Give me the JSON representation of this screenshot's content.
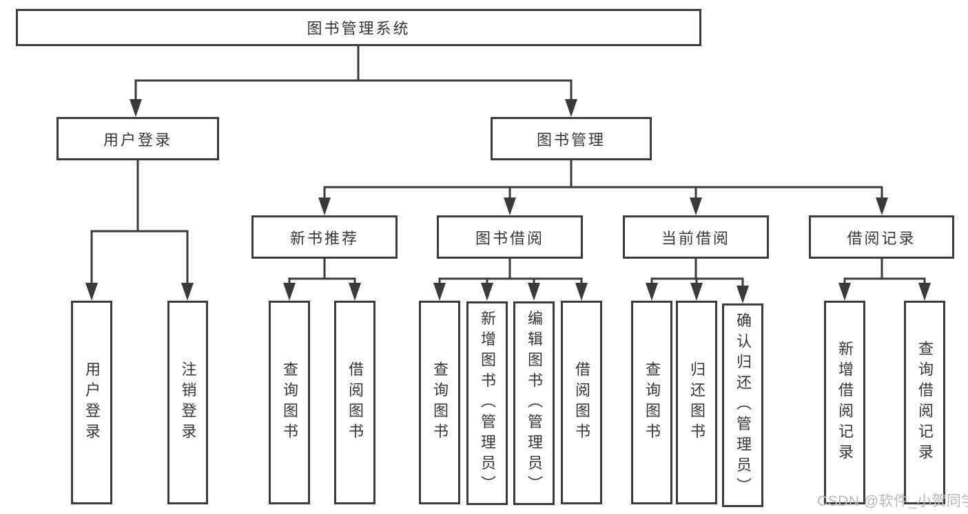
{
  "colors": {
    "line": "#3a3a3a",
    "border": "#3a3a3a",
    "text": "#363636",
    "watermark": "#b6b6bd",
    "background": "#ffffff"
  },
  "diagram": {
    "root": {
      "label": "图书管理系统"
    },
    "level2": [
      {
        "label": "用户登录"
      },
      {
        "label": "图书管理"
      }
    ],
    "level3": [
      {
        "label": "新书推荐"
      },
      {
        "label": "图书借阅"
      },
      {
        "label": "当前借阅"
      },
      {
        "label": "借阅记录"
      }
    ],
    "leaves": {
      "user_login": [
        "用户登录",
        "注销登录"
      ],
      "new_book_recommend": [
        "查询图书",
        "借阅图书"
      ],
      "book_borrow": [
        "查询图书",
        "新增图书（管理员）",
        "编辑图书（管理员）",
        "借阅图书"
      ],
      "current_borrow": [
        "查询图书",
        "归还图书",
        "确认归还（管理员）"
      ],
      "borrow_record": [
        "新增借阅记录",
        "查询借阅记录"
      ]
    }
  },
  "watermark": {
    "text": "CSDN @软件_小贺同学"
  }
}
